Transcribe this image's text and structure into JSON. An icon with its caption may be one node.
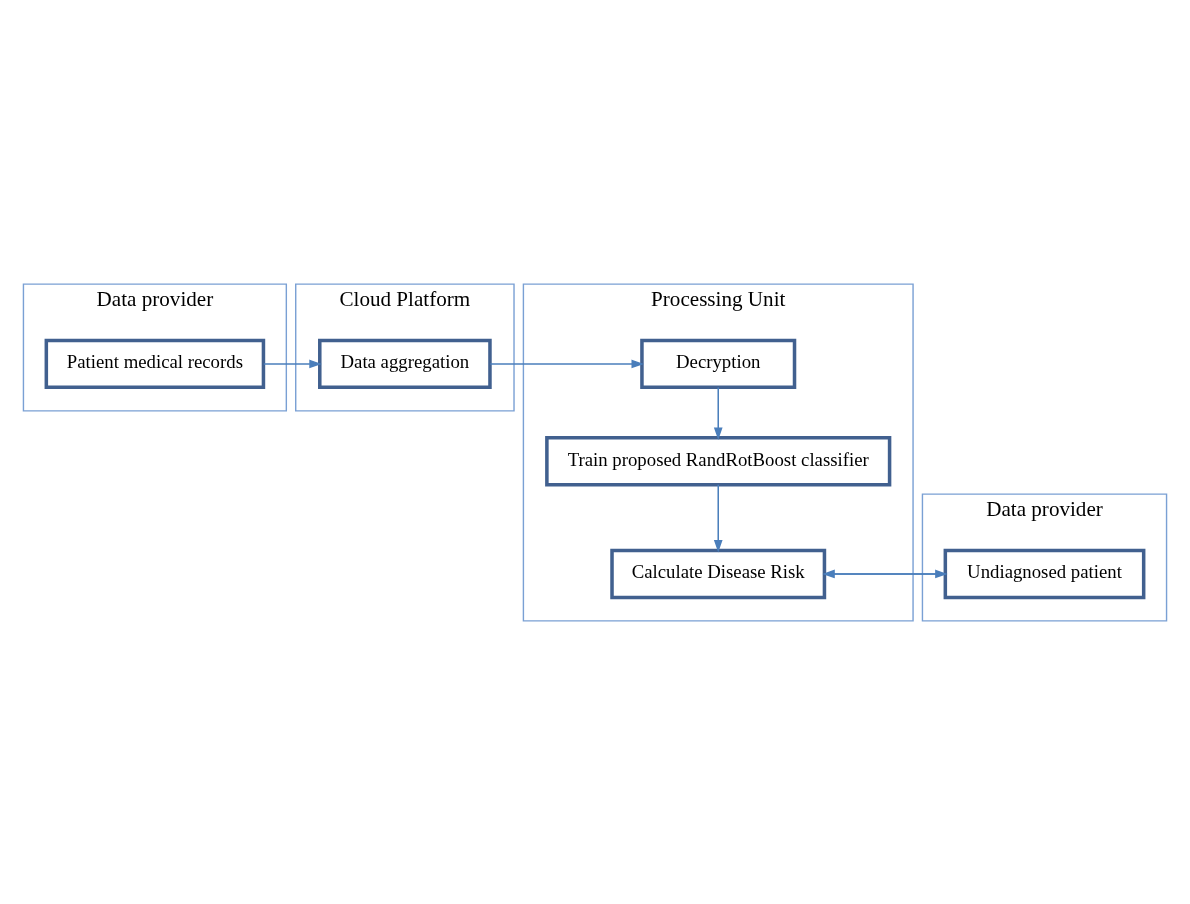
{
  "diagram": {
    "nodes": [
      {
        "text": [
          "Data provider"
        ]
      },
      {
        "text": [
          "Patient medical records"
        ],
        "in": 0
      },
      {
        "text": [
          "Cloud Platform"
        ]
      },
      {
        "text": [
          "Data aggregation"
        ],
        "in": 2
      },
      {
        "text": [
          "Processing Unit"
        ]
      },
      {
        "text": [
          "Decryption"
        ],
        "in": 4
      },
      {
        "text": [
          "Train proposed RandRotBoost classifier"
        ],
        "in": 4
      },
      {
        "text": [
          "Calculate Disease Risk"
        ],
        "in": 4
      },
      {
        "text": [
          "Data provider"
        ]
      },
      {
        "text": [
          "Undiagnosed patient"
        ],
        "in": 8
      }
    ],
    "edges": [
      {
        "from": 1,
        "to": 3,
        "arrow": "to"
      },
      {
        "from": 3,
        "to": 5,
        "arrow": "to"
      },
      {
        "from": 5,
        "to": 6,
        "arrow": "to"
      },
      {
        "from": 6,
        "to": 7,
        "arrow": "to"
      },
      {
        "from": 9,
        "to": 7,
        "arrow": "to"
      },
      {
        "from": 7,
        "to": 9,
        "arrow": "to"
      }
    ]
  }
}
